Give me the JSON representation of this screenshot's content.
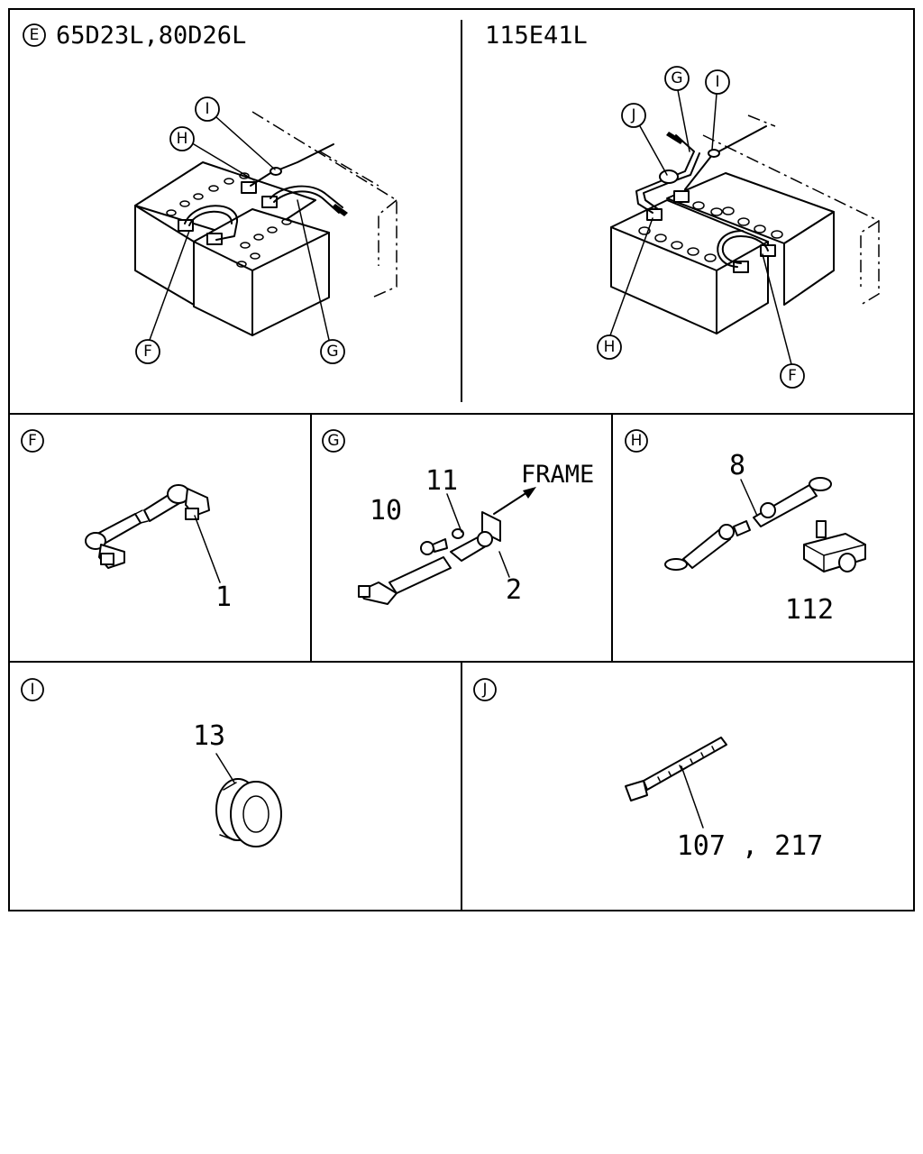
{
  "top_left": {
    "view_letter": "E",
    "models": "65D23L,80D26L",
    "callouts": [
      "I",
      "H",
      "F",
      "G"
    ]
  },
  "top_right": {
    "models": "115E41L",
    "callouts": [
      "G",
      "I",
      "J",
      "H",
      "F"
    ]
  },
  "panel_f": {
    "letter": "F",
    "part_numbers": [
      "1"
    ]
  },
  "panel_g": {
    "letter": "G",
    "part_numbers": [
      "11",
      "10",
      "2"
    ],
    "arrow_label": "FRAME"
  },
  "panel_h": {
    "letter": "H",
    "part_numbers": [
      "8",
      "112"
    ]
  },
  "panel_i": {
    "letter": "I",
    "part_numbers": [
      "13"
    ]
  },
  "panel_j": {
    "letter": "J",
    "part_numbers": [
      "107 , 217"
    ]
  }
}
